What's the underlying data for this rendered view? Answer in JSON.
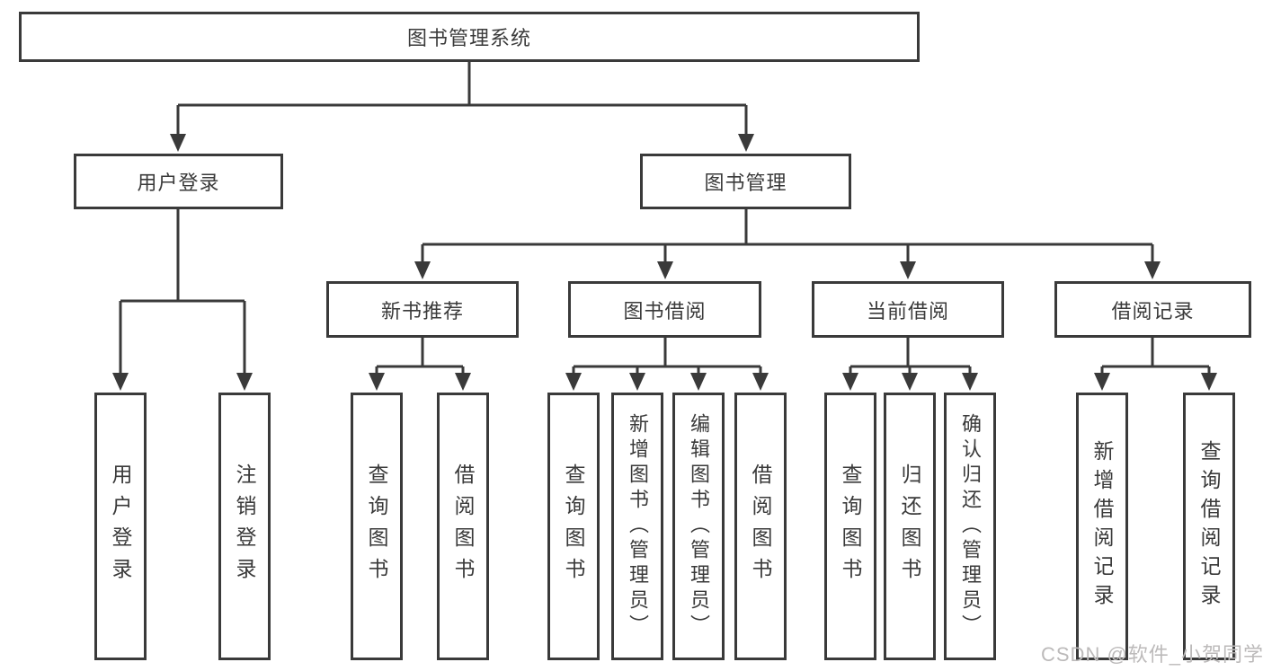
{
  "diagram_type": "hierarchy-tree",
  "colors": {
    "line": "#3a3a3a",
    "box_border": "#3a3a3a",
    "text": "#3a3a3a",
    "background": "#ffffff",
    "watermark_text": "#bcbaba"
  },
  "tree": {
    "label": "图书管理系统",
    "children": [
      {
        "label": "用户登录",
        "children": [
          {
            "label": "用户登录"
          },
          {
            "label": "注销登录"
          }
        ]
      },
      {
        "label": "图书管理",
        "children": [
          {
            "label": "新书推荐",
            "children": [
              {
                "label": "查询图书"
              },
              {
                "label": "借阅图书"
              }
            ]
          },
          {
            "label": "图书借阅",
            "children": [
              {
                "label": "查询图书"
              },
              {
                "label": "新增图书（管理员）"
              },
              {
                "label": "编辑图书（管理员）"
              },
              {
                "label": "借阅图书"
              }
            ]
          },
          {
            "label": "当前借阅",
            "children": [
              {
                "label": "查询图书"
              },
              {
                "label": "归还图书"
              },
              {
                "label": "确认归还（管理员）"
              }
            ]
          },
          {
            "label": "借阅记录",
            "children": [
              {
                "label": "新增借阅记录"
              },
              {
                "label": "查询借阅记录"
              }
            ]
          }
        ]
      }
    ]
  },
  "watermark": {
    "text": "CSDN @软件_小贺同学"
  }
}
